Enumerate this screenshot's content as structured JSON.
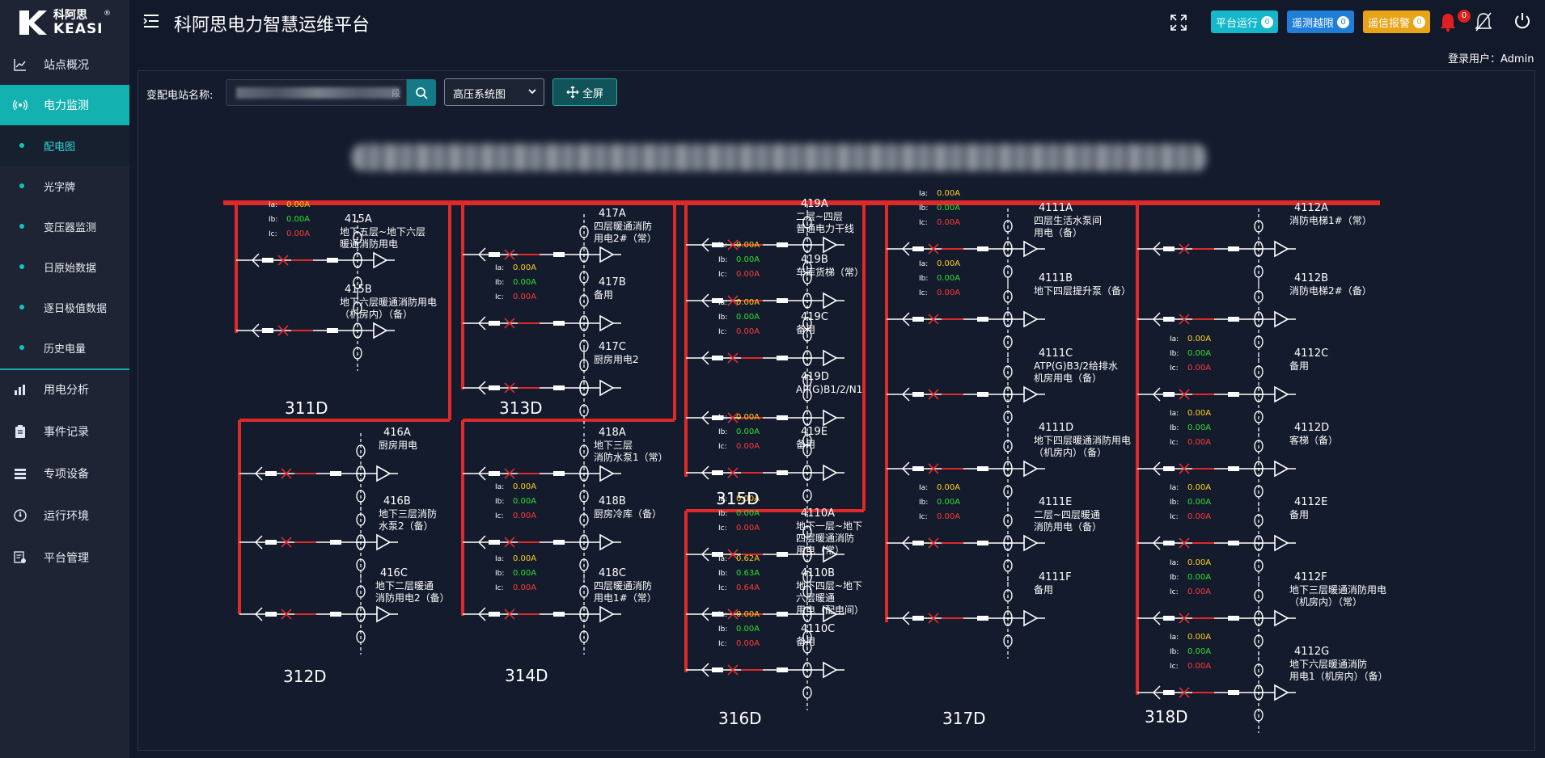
{
  "app": {
    "logo_cn": "科阿思",
    "logo_en": "KEASI",
    "logo_reg": "®",
    "title": "科阿思电力智慧运维平台"
  },
  "sidebar": {
    "items": [
      {
        "label": "站点概况",
        "icon": "chart-line-icon"
      },
      {
        "label": "电力监测",
        "icon": "broadcast-icon"
      },
      {
        "label": "用电分析",
        "icon": "bar-chart-icon"
      },
      {
        "label": "事件记录",
        "icon": "clipboard-icon"
      },
      {
        "label": "专项设备",
        "icon": "server-icon"
      },
      {
        "label": "运行环境",
        "icon": "gauge-icon"
      },
      {
        "label": "平台管理",
        "icon": "settings-list-icon"
      }
    ],
    "subitems": [
      "配电图",
      "光字牌",
      "变压器监测",
      "日原始数据",
      "逐日极值数据",
      "历史电量"
    ]
  },
  "header": {
    "badges": [
      {
        "label": "平台运行",
        "count": "0",
        "color": "#14b8c9"
      },
      {
        "label": "遥测越限",
        "count": "0",
        "color": "#1f7ed8"
      },
      {
        "label": "遥信报警",
        "count": "0",
        "color": "#e8a317"
      }
    ],
    "alarm_count": "0",
    "login_user": "登录用户：Admin"
  },
  "toolbar": {
    "station_label": "变配电站名称:",
    "search_value_suffix": "段",
    "system_select": "高压系统图",
    "fullscreen_label": "全屏"
  },
  "colors": {
    "bus": "#e02a2a",
    "ia": "#ffd21e",
    "ib": "#2fe02f",
    "ic": "#ff3b3b",
    "accent": "#14b1b1"
  },
  "diagram": {
    "sections": [
      {
        "name": "311D"
      },
      {
        "name": "312D"
      },
      {
        "name": "313D"
      },
      {
        "name": "314D"
      },
      {
        "name": "315D"
      },
      {
        "name": "316D"
      },
      {
        "name": "317D"
      },
      {
        "name": "318D"
      }
    ],
    "feeders": [
      {
        "code": "415A",
        "lines": [
          "地下五层~地下六层",
          "暖通消防用电"
        ],
        "ia": "0.00A",
        "ib": "0.00A",
        "ic": "0.00A"
      },
      {
        "code": "415B",
        "lines": [
          "地下六层暖通消防用电",
          "（机房内）（备）"
        ]
      },
      {
        "code": "416A",
        "lines": [
          "厨房用电"
        ]
      },
      {
        "code": "416B",
        "lines": [
          "地下三层消防",
          "水泵2（备）"
        ]
      },
      {
        "code": "416C",
        "lines": [
          "地下二层暖通",
          "消防用电2（备）"
        ]
      },
      {
        "code": "417A",
        "lines": [
          "四层暖通消防",
          "用电2#（常）"
        ]
      },
      {
        "code": "417B",
        "lines": [
          "备用"
        ],
        "ia": "0.00A",
        "ib": "0.00A",
        "ic": "0.00A"
      },
      {
        "code": "417C",
        "lines": [
          "厨房用电2"
        ]
      },
      {
        "code": "418A",
        "lines": [
          "地下三层",
          "消防水泵1（常）"
        ]
      },
      {
        "code": "418B",
        "lines": [
          "厨房冷库（备）"
        ],
        "ia": "0.00A",
        "ib": "0.00A",
        "ic": "0.00A"
      },
      {
        "code": "418C",
        "lines": [
          "四层暖通消防",
          "用电1#（常）"
        ],
        "ia": "0.00A",
        "ib": "0.00A",
        "ic": "0.00A"
      },
      {
        "code": "419A",
        "lines": [
          "二层~四层",
          "普通电力干线"
        ]
      },
      {
        "code": "419B",
        "lines": [
          "车库货梯（常）"
        ],
        "ia": "0.00A",
        "ib": "0.00A",
        "ic": "0.00A"
      },
      {
        "code": "419C",
        "lines": [
          "备用"
        ],
        "ia": "0.00A",
        "ib": "0.00A",
        "ic": "0.00A"
      },
      {
        "code": "419D",
        "lines": [
          "AP(G)B1/2/N1"
        ]
      },
      {
        "code": "419E",
        "lines": [
          "备用"
        ],
        "ia": "0.00A",
        "ib": "0.00A",
        "ic": "0.00A"
      },
      {
        "code": "4110A",
        "lines": [
          "地下一层~地下",
          "四层暖通消防",
          "用电（常）"
        ],
        "ia": "0.00A",
        "ib": "0.00A",
        "ic": "0.00A"
      },
      {
        "code": "4110B",
        "lines": [
          "地下四层~地下",
          "六层暖通",
          "用电（配电间）"
        ],
        "ia": "0.62A",
        "ib": "0.63A",
        "ic": "0.64A"
      },
      {
        "code": "4110C",
        "lines": [
          "备用"
        ],
        "ia": "0.00A",
        "ib": "0.00A",
        "ic": "0.00A"
      },
      {
        "code": "4111A",
        "lines": [
          "四层生活水泵间",
          "用电（备）"
        ],
        "ia": "0.00A",
        "ib": "0.00A",
        "ic": "0.00A"
      },
      {
        "code": "4111B",
        "lines": [
          "地下四层提升泵（备）"
        ],
        "ia": "0.00A",
        "ib": "0.00A",
        "ic": "0.00A"
      },
      {
        "code": "4111C",
        "lines": [
          "ATP(G)B3/2给排水",
          "机房用电（备）"
        ]
      },
      {
        "code": "4111D",
        "lines": [
          "地下四层暖通消防用电",
          "（机房内）（备）"
        ]
      },
      {
        "code": "4111E",
        "lines": [
          "二层~四层暖通",
          "消防用电（备）"
        ],
        "ia": "0.00A",
        "ib": "0.00A",
        "ic": "0.00A"
      },
      {
        "code": "4111F",
        "lines": [
          "备用"
        ]
      },
      {
        "code": "4112A",
        "lines": [
          "消防电梯1#（常）"
        ]
      },
      {
        "code": "4112B",
        "lines": [
          "消防电梯2#（备）"
        ]
      },
      {
        "code": "4112C",
        "lines": [
          "备用"
        ],
        "ia": "0.00A",
        "ib": "0.00A",
        "ic": "0.00A"
      },
      {
        "code": "4112D",
        "lines": [
          "客梯（备）"
        ],
        "ia": "0.00A",
        "ib": "0.00A",
        "ic": "0.00A"
      },
      {
        "code": "4112E",
        "lines": [
          "备用"
        ],
        "ia": "0.00A",
        "ib": "0.00A",
        "ic": "0.00A"
      },
      {
        "code": "4112F",
        "lines": [
          "地下三层暖通消防用电",
          "（机房内）（常）"
        ],
        "ia": "0.00A",
        "ib": "0.00A",
        "ic": "0.00A"
      },
      {
        "code": "4112G",
        "lines": [
          "地下六层暖通消防",
          "用电1（机房内）（备）"
        ],
        "ia": "0.00A",
        "ib": "0.00A",
        "ic": "0.00A"
      }
    ]
  }
}
